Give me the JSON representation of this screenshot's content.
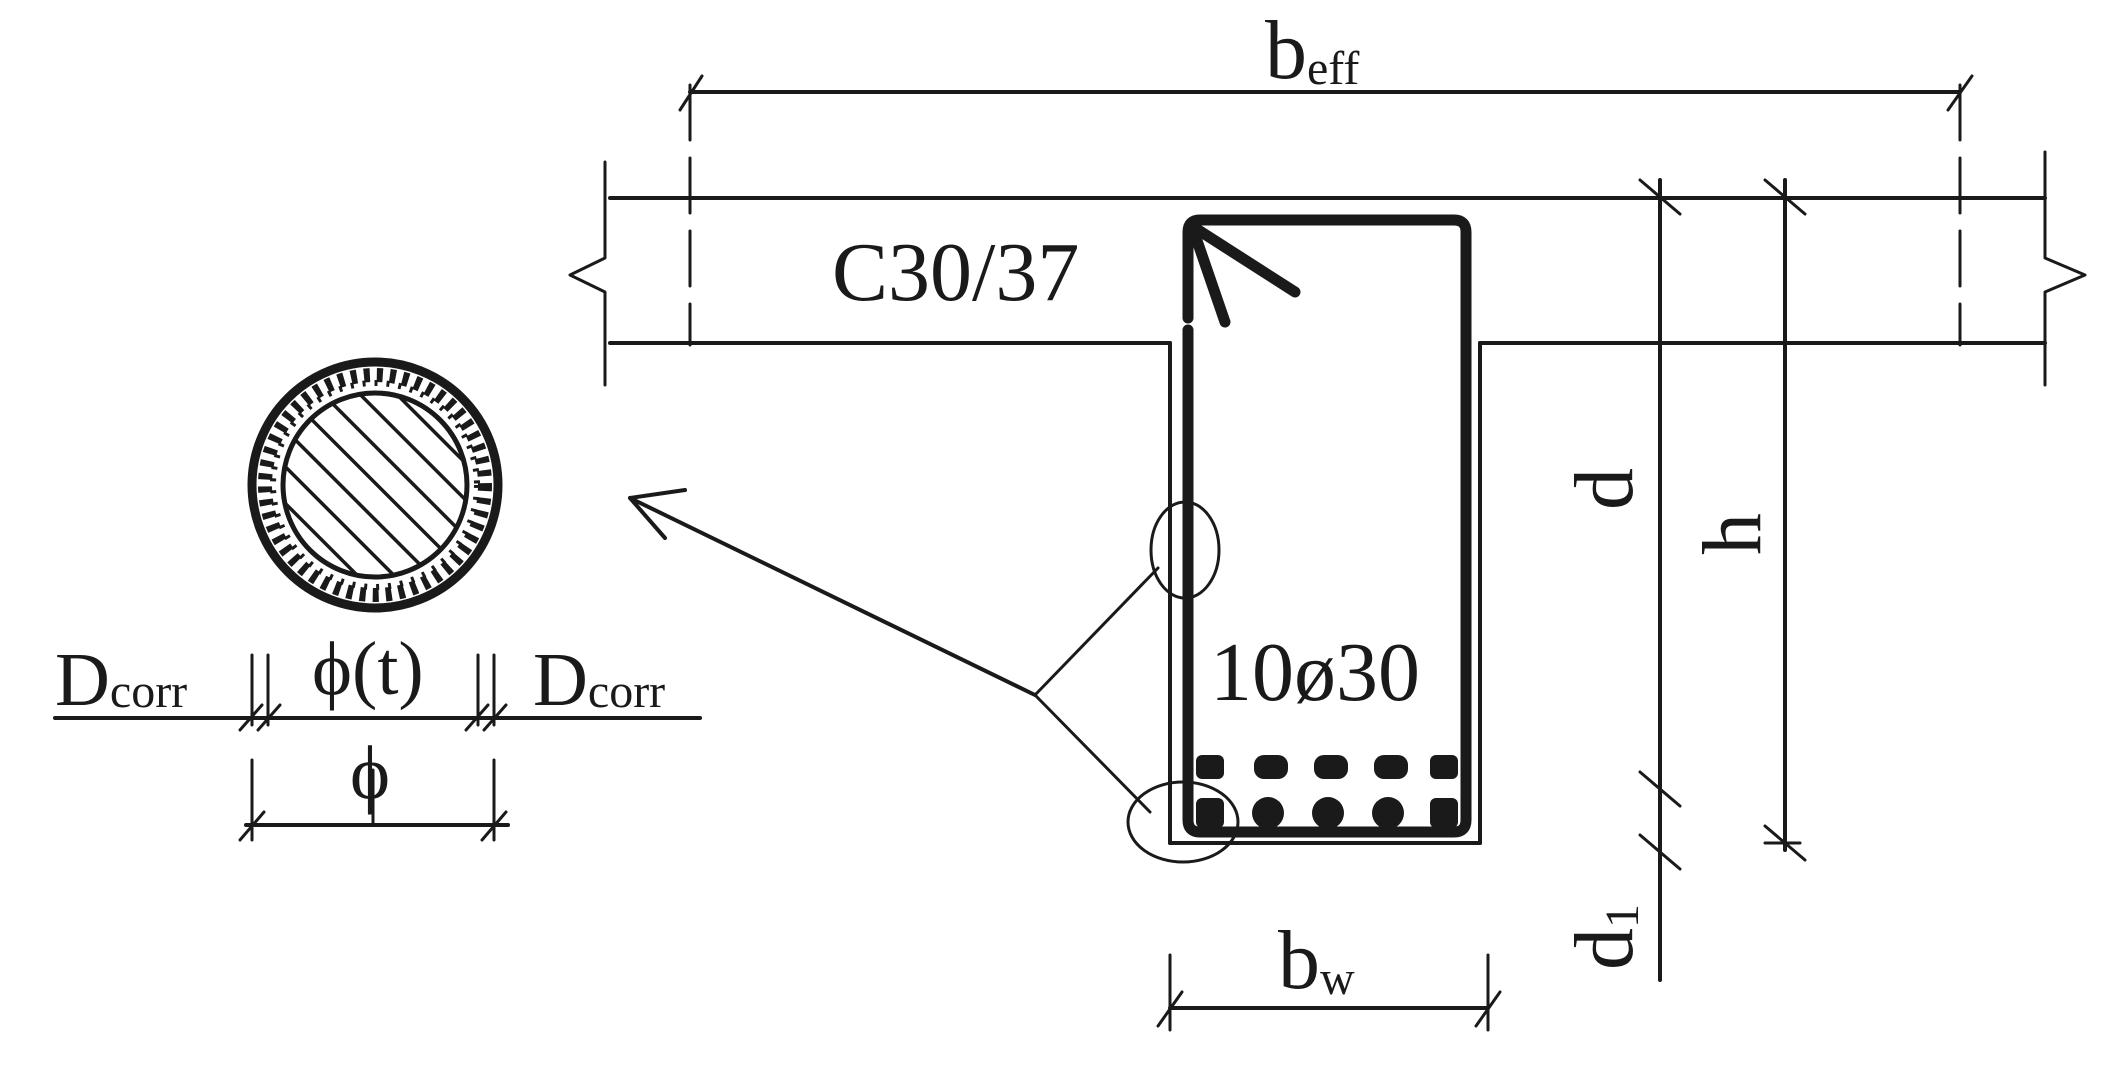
{
  "labels": {
    "beff_main": "b",
    "beff_sub": "eff",
    "concrete_class": "C30/37",
    "rebar_spec": "10ø30",
    "d": "d",
    "h": "h",
    "d1_main": "d",
    "d1_sub": "1",
    "bw_main": "b",
    "bw_sub": "w",
    "dcorr_main": "D",
    "dcorr_sub": "corr",
    "phi_t": "ϕ(t)",
    "phi": "ϕ"
  },
  "colors": {
    "ink": "#1a1a1a",
    "background": "#ffffff"
  }
}
